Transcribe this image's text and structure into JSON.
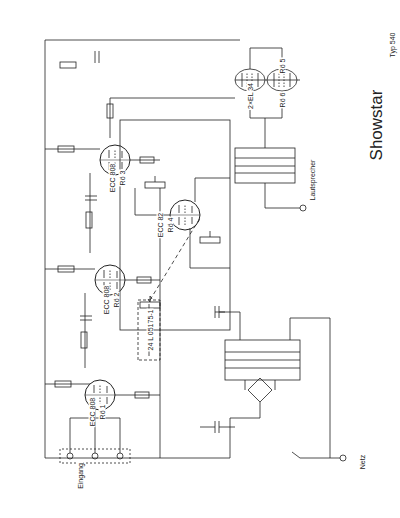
{
  "diagram": {
    "title": "Showstar",
    "labels": [
      "ECC 808",
      "Rö 1",
      "ECC 808",
      "Rö 2",
      "ECC 808",
      "Rö 3",
      "ECC 82",
      "Rö 4",
      "2×EL 34",
      "Rö 5",
      "Rö 6",
      "24 L 05175-1",
      "Typ 540",
      "Eingang",
      "Lautsprecher",
      "Netz"
    ]
  }
}
